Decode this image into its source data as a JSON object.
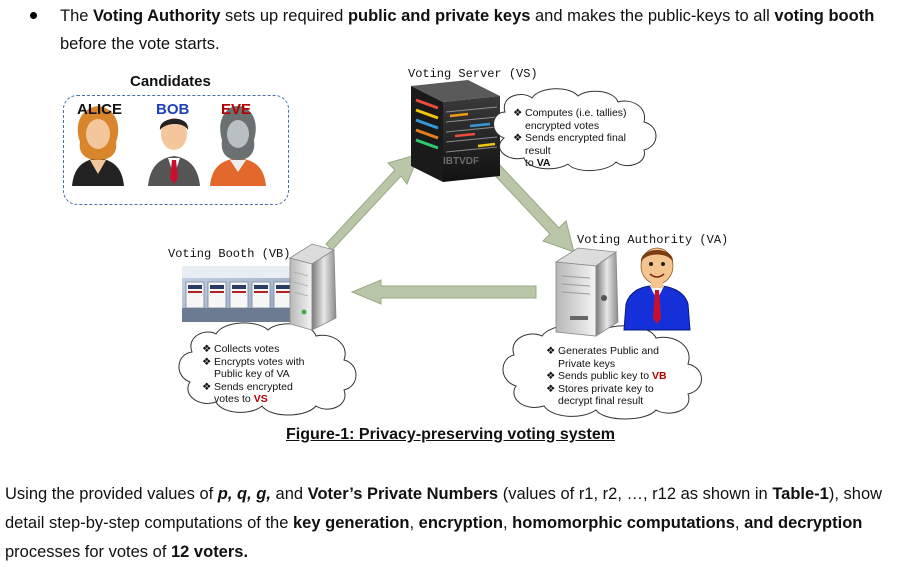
{
  "intro": {
    "t1": "The ",
    "b1": "Voting Authority",
    "t2": " sets up required ",
    "b2": "public and private keys",
    "t3": " and makes the public-keys to all ",
    "b3": "voting booth",
    "t4": " before the vote starts."
  },
  "candidates": {
    "title": "Candidates",
    "names": [
      "ALICE",
      "BOB",
      "EVE"
    ]
  },
  "vs": {
    "title": "Voting Server (VS)",
    "rack_label": "IBTVDF",
    "items": [
      "Computes (i.e. tallies)",
      "encrypted votes",
      "Sends encrypted final result",
      "to ",
      "VA"
    ]
  },
  "va": {
    "title": "Voting Authority (VA)",
    "items": [
      "Generates Public and",
      "Private keys",
      "Sends public key to ",
      "VB",
      "Stores private key to",
      "decrypt final result"
    ]
  },
  "vb": {
    "title": "Voting Booth (VB)",
    "items": [
      "Collects votes",
      "Encrypts votes with",
      "Public key of VA",
      "Sends encrypted",
      "votes to ",
      "VS"
    ]
  },
  "caption": "Figure-1: Privacy-preserving voting system",
  "para": {
    "t1": "Using the provided values of ",
    "p": "p, q, g,",
    "t2": " and ",
    "b1": "Voter’s Private Numbers",
    "t3": " (values of r1, r2, …, r12 as shown in ",
    "b2": "Table-1",
    "t4": "), show detail step-by-step computations of the ",
    "b3": "key generation",
    "t5": ", ",
    "b4": "encryption",
    "t6": ", ",
    "b5": "homomorphic computations",
    "t7": ", ",
    "b6": "and decryption",
    "t8": " processes for votes of ",
    "b7": "12 voters."
  },
  "colors": {
    "arrow": "#b9c7a8",
    "dashed_border": "#4a6fa5",
    "name_alice": "#111111",
    "name_bob": "#1f3fbf",
    "name_eve": "#b30000",
    "server_dark": "#222222",
    "suit_blue": "#1530d8",
    "tie_red": "#c8102e"
  }
}
